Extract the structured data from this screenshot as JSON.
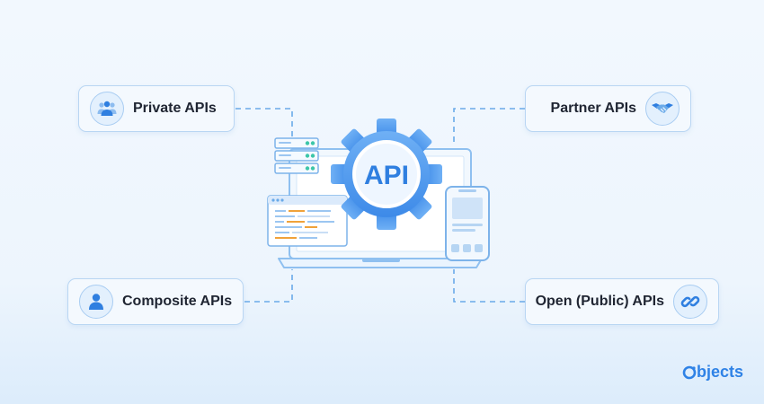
{
  "cards": {
    "private": {
      "label": "Private APIs",
      "icon": "team-icon"
    },
    "partner": {
      "label": "Partner APIs",
      "icon": "handshake-icon"
    },
    "composite": {
      "label": "Composite APIs",
      "icon": "user-icon"
    },
    "open": {
      "label": "Open (Public) APIs",
      "icon": "link-icon"
    }
  },
  "center": {
    "gear_label": "API"
  },
  "brand": {
    "name": "bjects"
  },
  "colors": {
    "accent": "#2f82e6",
    "gear": "#4f9bf0",
    "card_border": "#b9d6f3",
    "connector": "#6aaae9",
    "code_orange": "#f0a23a",
    "server_green": "#3cc6a8"
  }
}
